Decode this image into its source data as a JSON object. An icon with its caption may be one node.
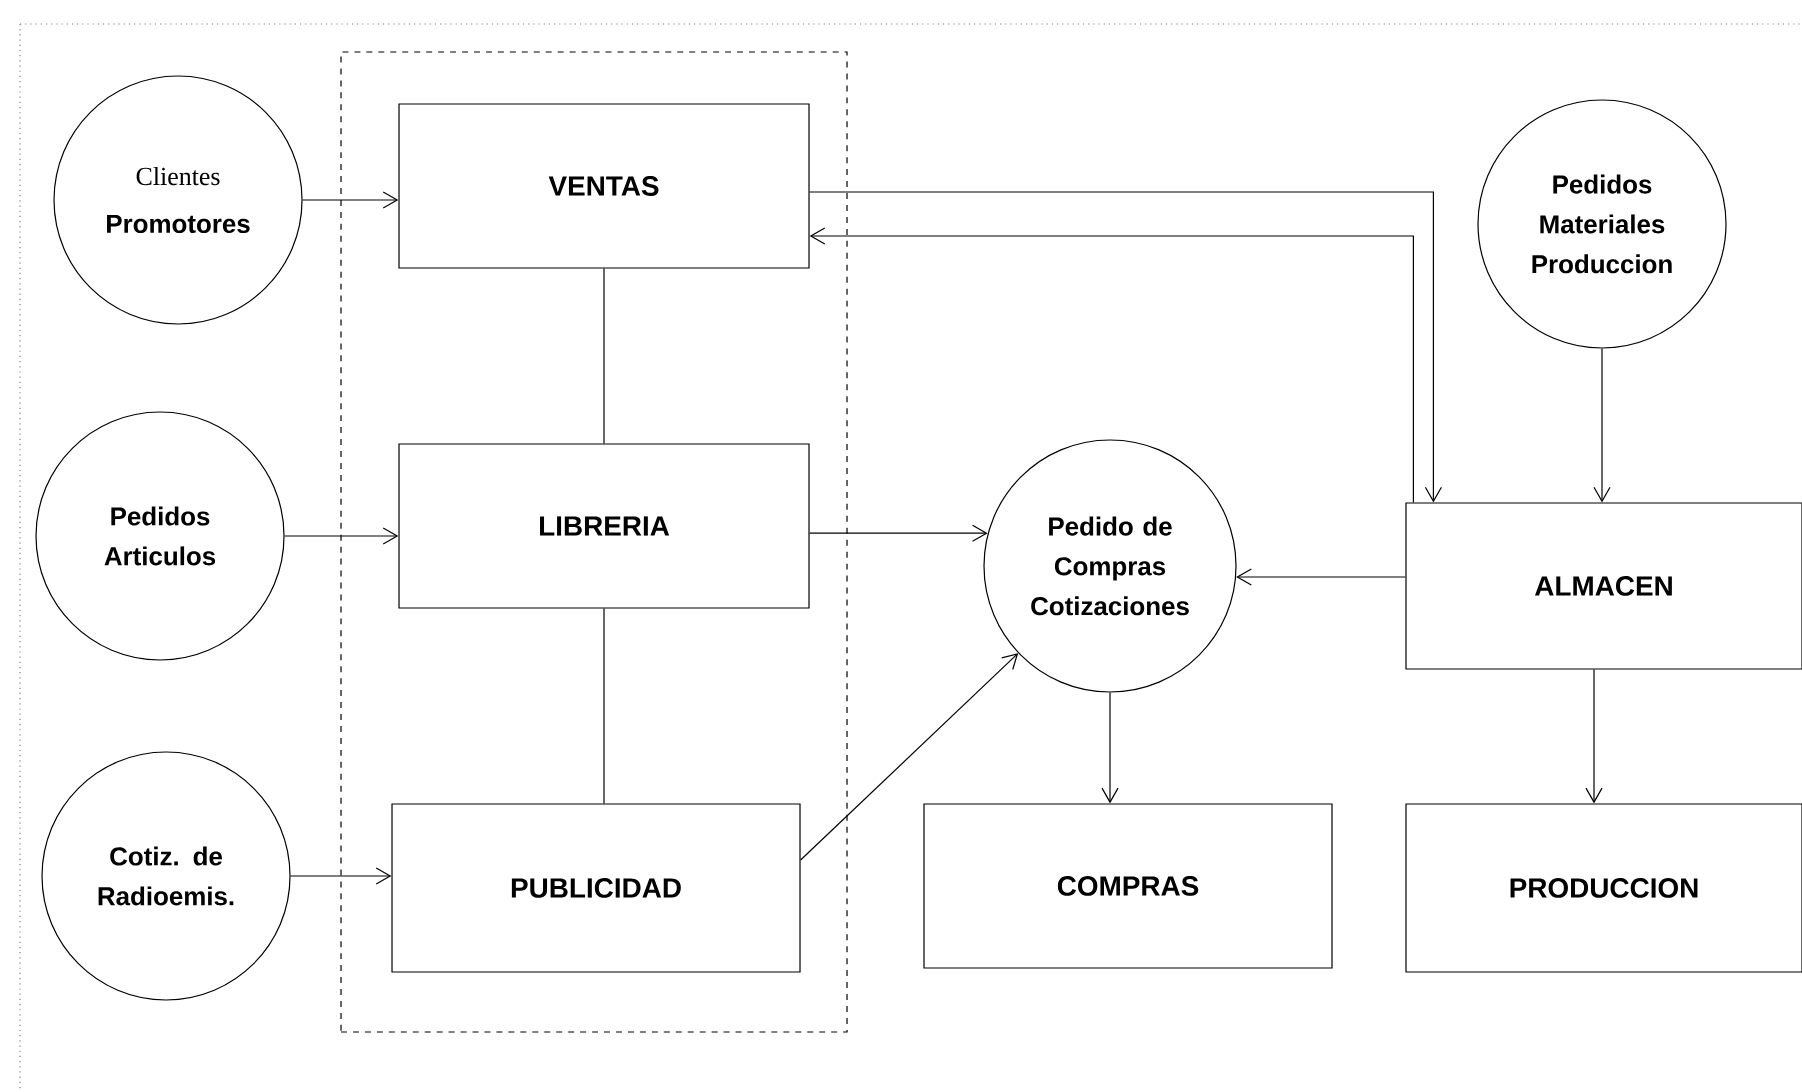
{
  "diagram": {
    "nodes": [
      {
        "text": [],
        "shape": "box"
      },
      {
        "text": [
          "Clientes",
          "Promotores"
        ]
      },
      {
        "text": [
          "VENTAS"
        ],
        "in": 0
      },
      {
        "text": [
          "Pedidos Materiales Produccion"
        ]
      },
      {
        "text": [
          "Pedidos Articulos"
        ]
      },
      {
        "text": [
          "LIBRERIA"
        ],
        "in": 0
      },
      {
        "text": [
          "Pedido de Compras Cotizaciones"
        ]
      },
      {
        "text": [
          "ALMACEN"
        ]
      },
      {
        "text": [
          "Cotiz. de Radioemis."
        ]
      },
      {
        "text": [
          "PUBLICIDAD"
        ],
        "in": 0
      },
      {
        "text": [
          "COMPRAS"
        ]
      },
      {
        "text": [
          "PRODUCCION"
        ]
      }
    ],
    "edges": [
      {
        "from": 1,
        "to": 2,
        "arrow": "to"
      },
      {
        "from": 2,
        "to": 7,
        "arrow": "to"
      },
      {
        "from": 7,
        "to": 2,
        "arrow": "to"
      },
      {
        "from": 2,
        "to": 5,
        "arrow": "none"
      },
      {
        "from": 5,
        "to": 9,
        "arrow": "none"
      },
      {
        "from": 4,
        "to": 5,
        "arrow": "to"
      },
      {
        "from": 5,
        "to": 6,
        "arrow": "to"
      },
      {
        "from": 7,
        "to": 6,
        "arrow": "to"
      },
      {
        "from": 3,
        "to": 7,
        "arrow": "to"
      },
      {
        "from": 8,
        "to": 9,
        "arrow": "to"
      },
      {
        "from": 9,
        "to": 6,
        "arrow": "to"
      },
      {
        "from": 6,
        "to": 10,
        "arrow": "to"
      },
      {
        "from": 7,
        "to": 11,
        "arrow": "to"
      }
    ]
  }
}
